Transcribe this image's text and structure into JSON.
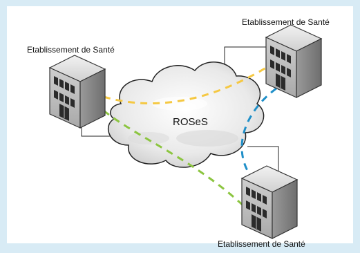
{
  "cloud": {
    "label": "ROSeS"
  },
  "nodes": [
    {
      "id": "left",
      "label": "Etablissement de Santé"
    },
    {
      "id": "top",
      "label": "Etablissement de Santé"
    },
    {
      "id": "bottom",
      "label": "Etablissement de Santé"
    }
  ],
  "links": [
    {
      "from": "left",
      "to": "top",
      "color": "#f5c842"
    },
    {
      "from": "left",
      "to": "bottom",
      "color": "#8cc540"
    },
    {
      "from": "top",
      "to": "bottom",
      "color": "#1f8fc8"
    }
  ],
  "colors": {
    "frame": "#d8ebf5",
    "server": "#b8b8b8"
  }
}
